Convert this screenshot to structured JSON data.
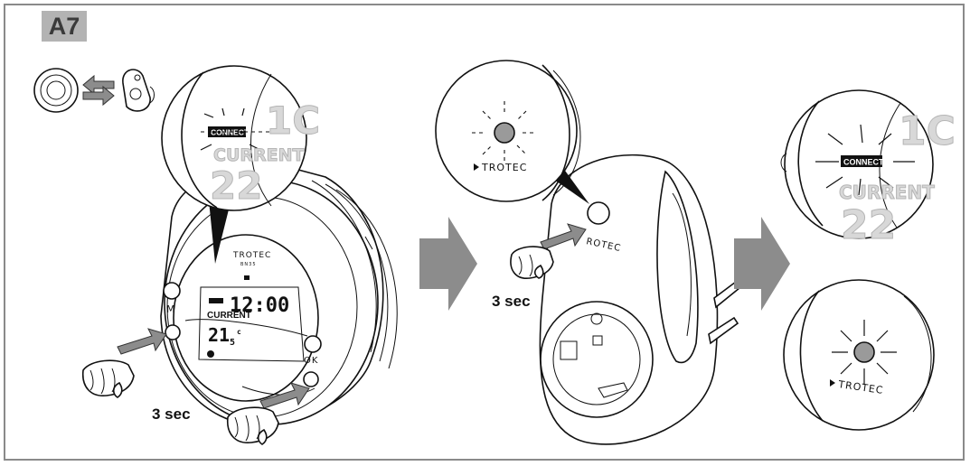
{
  "step_label": "A7",
  "device_display": {
    "brand": "TROTEC",
    "model": "BN35",
    "time": "12:00",
    "status_label": "CURRENT",
    "temperature_main": "21",
    "temperature_decimal": "5",
    "unit": "c",
    "connect_badge": "CONNECT",
    "button_mode": "M",
    "button_ok": "OK"
  },
  "zoom_display": {
    "connect_badge": "CONNECT",
    "status_label": "CURRENT",
    "digits_top": "1C",
    "digits_bottom": "22"
  },
  "hold_instructions": {
    "left": "3 sec",
    "middle": "3 sec"
  },
  "receiver": {
    "brand": "TROTEC",
    "brand_partial": "ROTEC"
  },
  "colors": {
    "badge_background": "#b3b3b3",
    "arrow_fill": "#8c8c8c",
    "frame": "#8a8a8a",
    "lcd_ghost": "#d8d8d8"
  },
  "icons": [
    "pairing-arrows-icon",
    "hand-pointer-icon",
    "process-arrow-icon",
    "blinking-led-icon",
    "trotec-logo-icon"
  ]
}
